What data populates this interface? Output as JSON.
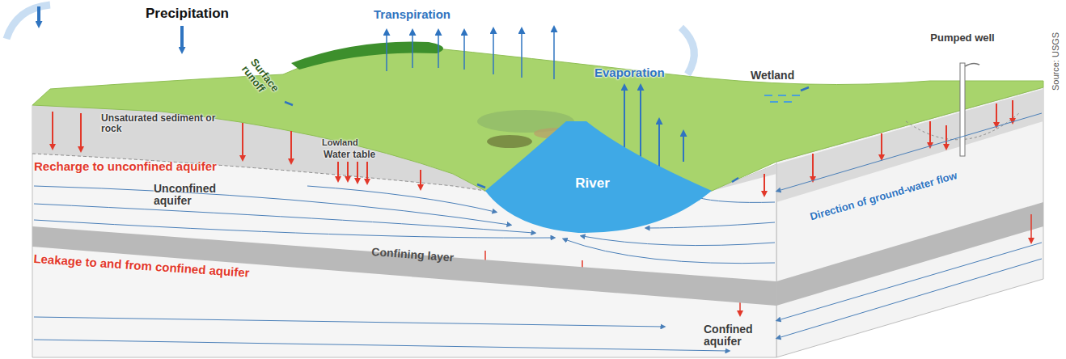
{
  "diagram": {
    "nodes": [
      {
        "text": [
          "River"
        ]
      },
      {
        "text": [
          "Confining layer"
        ]
      }
    ],
    "labels": [
      "Precipitation",
      "Transpiration",
      "Evaporation",
      "Pumped well",
      "Surface runoff",
      "Wetland",
      "Unsaturated sediment or rock",
      "Lowland",
      "Water table",
      "Recharge to unconfined aquifer",
      "Unconfined aquifer",
      "Leakage to and from confined aquifer",
      "Direction of ground-water flow",
      "Confined aquifer",
      "Source: USGS"
    ]
  }
}
